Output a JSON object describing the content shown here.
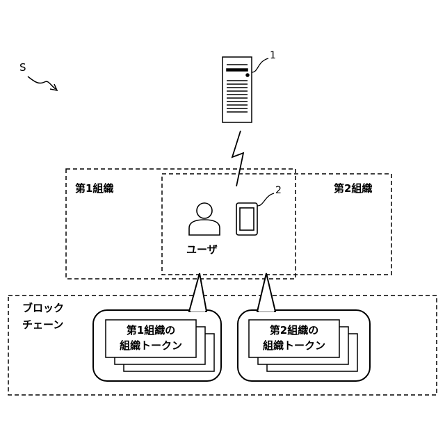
{
  "system_label": "S",
  "server": {
    "ref": "1",
    "icon": "server-tower-icon"
  },
  "device": {
    "ref": "2",
    "icon": "tablet-icon"
  },
  "org1": {
    "label": "第1組織"
  },
  "org2": {
    "label": "第2組織"
  },
  "user": {
    "label": "ユーザ",
    "icon": "user-person-icon"
  },
  "blockchain": {
    "label_line1": "ブロック",
    "label_line2": "チェーン"
  },
  "tokens": [
    {
      "line1": "第1組織の",
      "line2": "組織トークン"
    },
    {
      "line1": "第2組織の",
      "line2": "組織トークン"
    }
  ],
  "colors": {
    "line": "#000000",
    "background": "#ffffff"
  }
}
